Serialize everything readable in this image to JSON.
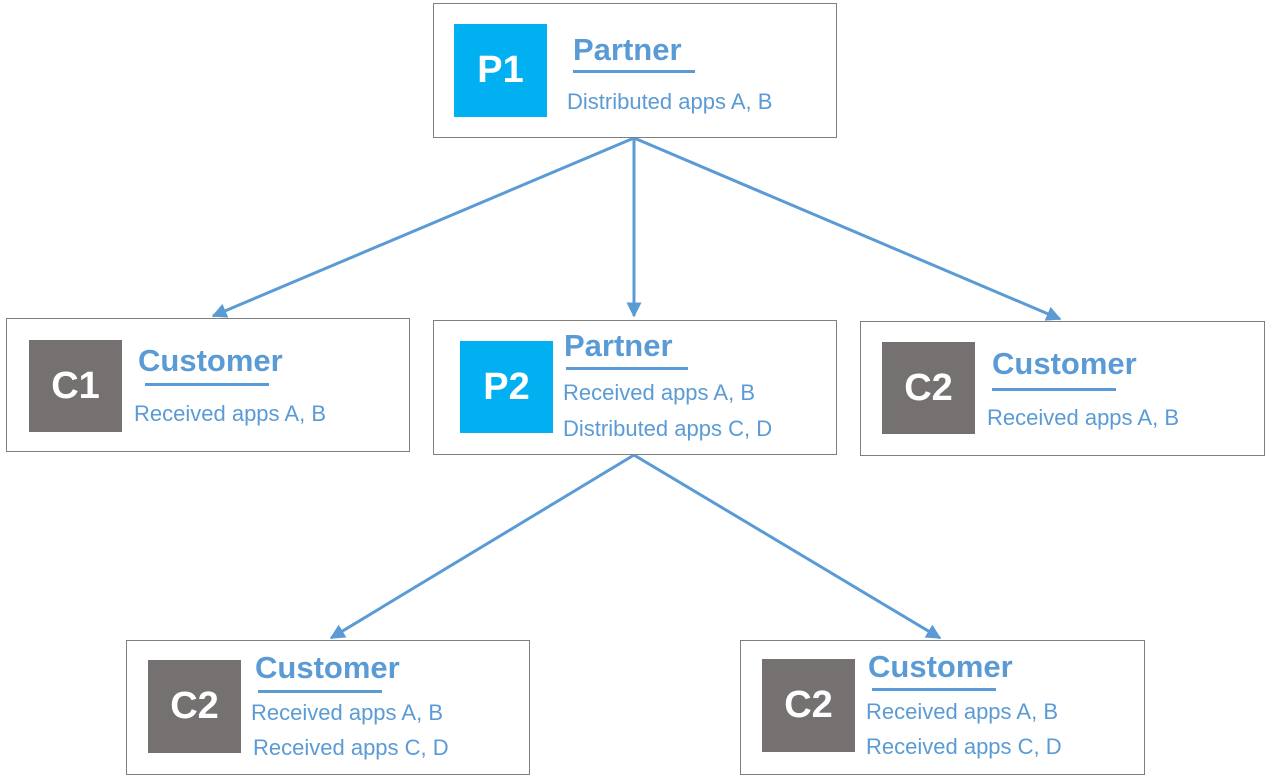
{
  "colors": {
    "partner": "#00b0f0",
    "customer": "#767171",
    "accent": "#5b9bd5",
    "border": "#7f7f7f"
  },
  "nodes": [
    {
      "id": "p1",
      "badge": "P1",
      "kind": "partner",
      "title": "Partner",
      "lines": [
        "Distributed apps A, B"
      ]
    },
    {
      "id": "c1",
      "badge": "C1",
      "kind": "customer",
      "title": "Customer",
      "lines": [
        "Received apps A, B"
      ]
    },
    {
      "id": "p2",
      "badge": "P2",
      "kind": "partner",
      "title": "Partner",
      "lines": [
        "Received apps A, B",
        "Distributed apps C, D"
      ]
    },
    {
      "id": "c2a",
      "badge": "C2",
      "kind": "customer",
      "title": "Customer",
      "lines": [
        "Received apps A, B"
      ]
    },
    {
      "id": "c2b",
      "badge": "C2",
      "kind": "customer",
      "title": "Customer",
      "lines": [
        "Received apps A, B",
        "Received apps C, D"
      ]
    },
    {
      "id": "c2c",
      "badge": "C2",
      "kind": "customer",
      "title": "Customer",
      "lines": [
        "Received apps A, B",
        "Received apps C, D"
      ]
    }
  ],
  "edges": [
    {
      "from": "p1",
      "to": "c1"
    },
    {
      "from": "p1",
      "to": "p2"
    },
    {
      "from": "p1",
      "to": "c2a"
    },
    {
      "from": "p2",
      "to": "c2b"
    },
    {
      "from": "p2",
      "to": "c2c"
    }
  ]
}
